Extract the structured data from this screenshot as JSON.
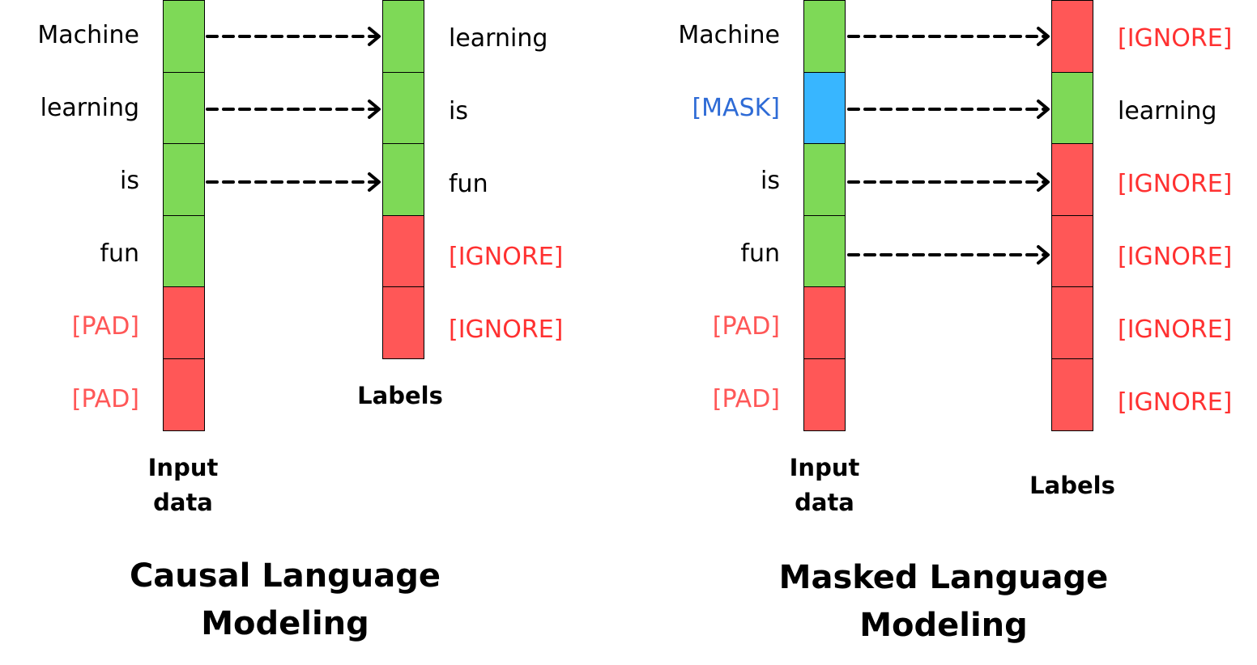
{
  "colors": {
    "keep": "#7ed957",
    "ignore": "#ff5757",
    "mask": "#38b6ff",
    "text": "#000000",
    "ignore_text": "#ff3131",
    "mask_text": "#2e6bd6"
  },
  "causal": {
    "title_line1": "Causal Language",
    "title_line2": "Modeling",
    "input_caption_line1": "Input",
    "input_caption_line2": "data",
    "labels_caption": "Labels",
    "inputs": [
      {
        "text": "Machine",
        "kind": "keep"
      },
      {
        "text": "learning",
        "kind": "keep"
      },
      {
        "text": "is",
        "kind": "keep"
      },
      {
        "text": "fun",
        "kind": "keep"
      },
      {
        "text": "[PAD]",
        "kind": "ignore"
      },
      {
        "text": "[PAD]",
        "kind": "ignore"
      }
    ],
    "labels": [
      {
        "text": "learning",
        "kind": "keep"
      },
      {
        "text": "is",
        "kind": "keep"
      },
      {
        "text": "fun",
        "kind": "keep"
      },
      {
        "text": "[IGNORE]",
        "kind": "ignore"
      },
      {
        "text": "[IGNORE]",
        "kind": "ignore"
      }
    ]
  },
  "masked": {
    "title_line1": "Masked Language",
    "title_line2": "Modeling",
    "input_caption_line1": "Input",
    "input_caption_line2": "data",
    "labels_caption": "Labels",
    "inputs": [
      {
        "text": "Machine",
        "kind": "keep"
      },
      {
        "text": "[MASK]",
        "kind": "mask"
      },
      {
        "text": "is",
        "kind": "keep"
      },
      {
        "text": "fun",
        "kind": "keep"
      },
      {
        "text": "[PAD]",
        "kind": "ignore"
      },
      {
        "text": "[PAD]",
        "kind": "ignore"
      }
    ],
    "labels": [
      {
        "text": "[IGNORE]",
        "kind": "ignore"
      },
      {
        "text": "learning",
        "kind": "keep"
      },
      {
        "text": "[IGNORE]",
        "kind": "ignore"
      },
      {
        "text": "[IGNORE]",
        "kind": "ignore"
      },
      {
        "text": "[IGNORE]",
        "kind": "ignore"
      },
      {
        "text": "[IGNORE]",
        "kind": "ignore"
      }
    ]
  }
}
